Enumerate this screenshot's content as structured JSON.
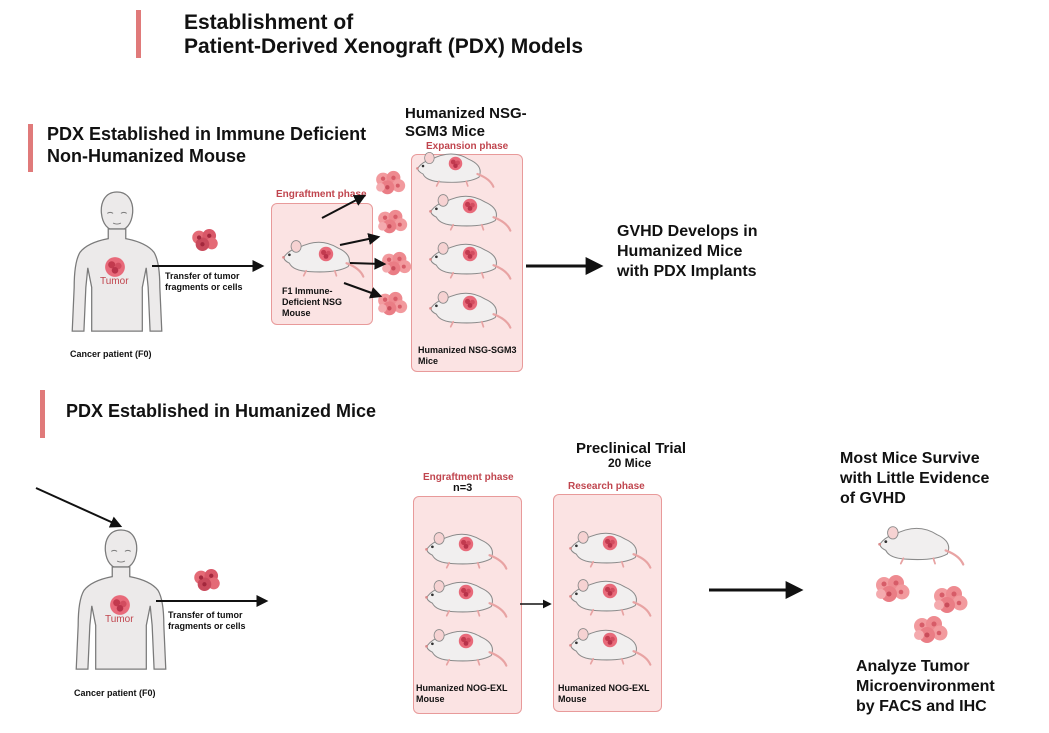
{
  "title": {
    "line1": "Establishment of",
    "line2": "Patient-Derived Xenograft (PDX) Models"
  },
  "section1": {
    "heading_line1": "PDX Established in Immune Deficient",
    "heading_line2": "Non-Humanized Mouse",
    "patient_label": "Cancer patient (F0)",
    "tumor_label": "Tumor",
    "transfer_line1": "Transfer of tumor",
    "transfer_line2": "fragments or cells",
    "engraftment_phase": "Engraftment phase",
    "f1_line1": "F1 Immune-",
    "f1_line2": "Deficient NSG",
    "f1_line3": "Mouse",
    "humanized_title_line1": "Humanized NSG-",
    "humanized_title_line2": "SGM3 Mice",
    "expansion_phase": "Expansion phase",
    "humanized_box_line1": "Humanized NSG-SGM3",
    "humanized_box_line2": "Mice",
    "result_line1": "GVHD Develops in",
    "result_line2": "Humanized Mice",
    "result_line3": "with PDX Implants"
  },
  "section2": {
    "heading": "PDX Established in Humanized Mice",
    "patient_label": "Cancer patient (F0)",
    "tumor_label": "Tumor",
    "transfer_line1": "Transfer of tumor",
    "transfer_line2": "fragments or cells",
    "trial_title": "Preclinical Trial",
    "trial_count": "20 Mice",
    "engraftment_phase": "Engraftment phase",
    "engraftment_n": "n=3",
    "research_phase": "Research phase",
    "box1_line1": "Humanized NOG-EXL",
    "box1_line2": "Mouse",
    "box2_line1": "Humanized NOG-EXL",
    "box2_line2": "Mouse",
    "survive_line1": "Most Mice Survive",
    "survive_line2": "with Little Evidence",
    "survive_line3": "of GVHD",
    "analyze_line1": "Analyze Tumor",
    "analyze_line2": "Microenvironment",
    "analyze_line3": "by FACS and IHC"
  },
  "colors": {
    "accent": "#e07a7a",
    "phase_text": "#c0454e",
    "box_fill": "#fbe3e3",
    "box_border": "#e89a9a"
  }
}
